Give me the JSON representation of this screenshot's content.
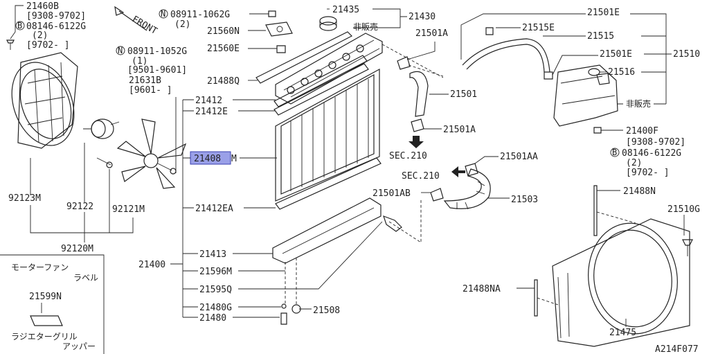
{
  "labels": {
    "p21460B": "21460B",
    "p21460B_date": "[9308-9702]",
    "p08146_6122G_a": "08146-6122G",
    "p08146_6122G_a_qty": "(2)",
    "p08146_6122G_a_date": "[9702-     ]",
    "p08911_1062G": "08911-1062G",
    "p08911_1062G_qty": "(2)",
    "p08911_1052G": "08911-1052G",
    "p08911_1052G_qty": "(1)",
    "p08911_1052G_date": "[9501-9601]",
    "p21631B": "21631B",
    "p21631B_date": "[9601-    ]",
    "p21560N": "21560N",
    "p21560E": "21560E",
    "p21435": "21435",
    "p21430": "21430",
    "hihanbai_top": "非販売",
    "p21501E_top": "21501E",
    "p21515E": "21515E",
    "p21515": "21515",
    "p21501A_top": "21501A",
    "p21501E_mid": "21501E",
    "p21510": "21510",
    "p21516": "21516",
    "hihanbai_right": "非販売",
    "p21488Q": "21488Q",
    "p21412": "21412",
    "p21412E": "21412E",
    "p21501": "21501",
    "p21501A_mid": "21501A",
    "sec210_a": "SEC.210",
    "p21400F": "21400F",
    "p21400F_date": "[9308-9702]",
    "p08146_6122G_b": "08146-6122G",
    "p08146_6122G_b_qty": "(2)",
    "p08146_6122G_b_date": "[9702-     ]",
    "p21408M_num": "21408",
    "p21408M_suffix": "M",
    "p21501AA": "21501AA",
    "sec210_b": "SEC.210",
    "p21501AB": "21501AB",
    "p21503": "21503",
    "p21488N": "21488N",
    "p21510G": "21510G",
    "p92123M": "92123M",
    "p92122": "92122",
    "p92121M": "92121M",
    "p92120M": "92120M",
    "p21412EA": "21412EA",
    "p21413": "21413",
    "p21400": "21400",
    "p21596M": "21596M",
    "p21595Q": "21595Q",
    "p21480G": "21480G",
    "p21508": "21508",
    "p21480": "21480",
    "p21488NA": "21488NA",
    "p21475": "21475",
    "front": "FRONT",
    "motor_fan_label_1": "モーターファン",
    "motor_fan_label_2": "ラベル",
    "p21599N": "21599N",
    "grille_label_1": "ラジエターグリル",
    "grille_label_2": "アッパー",
    "diagram_code": "A214F077",
    "circle_N": "N",
    "circle_B": "B"
  },
  "colors": {
    "highlight": "#9aa0e8",
    "line": "#222222",
    "background": "#ffffff"
  }
}
